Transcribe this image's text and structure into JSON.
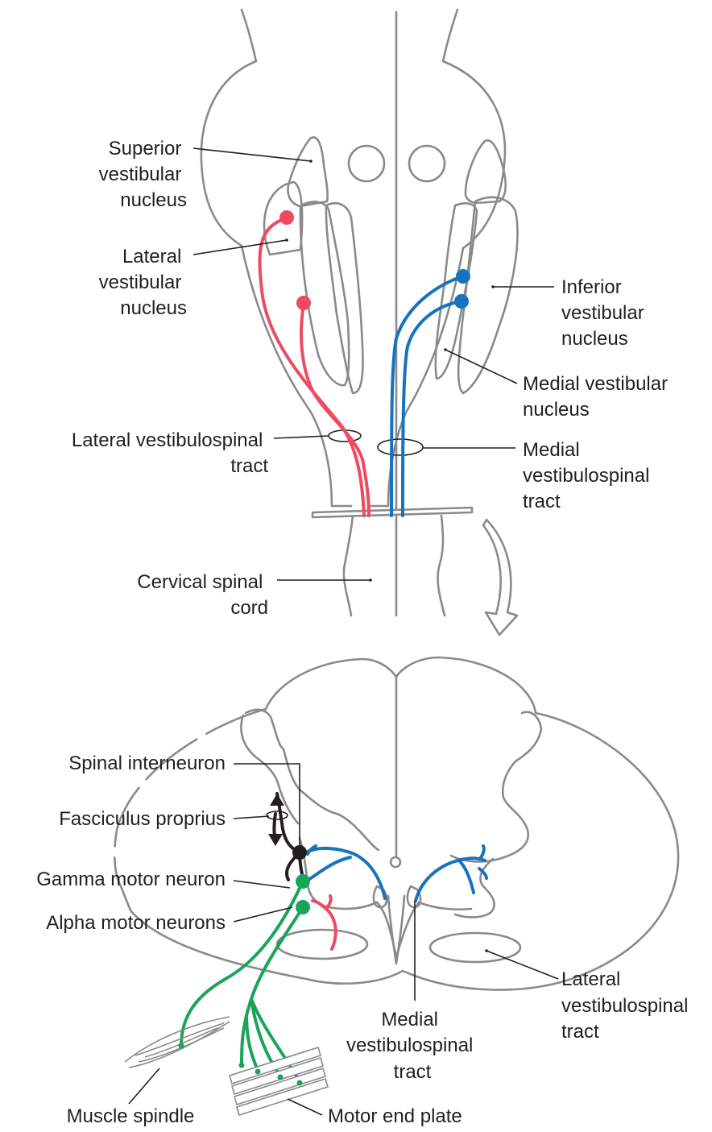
{
  "colors": {
    "outline": "#8a8a8a",
    "lateral_pathway": "#ee4b61",
    "medial_pathway": "#1673c0",
    "motor_neurons": "#18a55a",
    "interneuron": "#231f20",
    "text": "#231f20"
  },
  "labels": {
    "superior_nucleus": [
      "Superior",
      "vestibular",
      "nucleus"
    ],
    "lateral_nucleus": [
      "Lateral",
      "vestibular",
      "nucleus"
    ],
    "inferior_nucleus": [
      "Inferior",
      "vestibular",
      "nucleus"
    ],
    "medial_nucleus": [
      "Medial vestibular",
      "nucleus"
    ],
    "lateral_tract_top": [
      "Lateral vestibulospinal",
      "tract"
    ],
    "medial_tract_top": [
      "Medial",
      "vestibulospinal",
      "tract"
    ],
    "cervical_cord": [
      "Cervical spinal",
      "cord"
    ],
    "spinal_interneuron": "Spinal interneuron",
    "fasciculus_proprius": "Fasciculus proprius",
    "gamma_motor_neuron": "Gamma motor neuron",
    "alpha_motor_neurons": "Alpha motor neurons",
    "medial_tract_bottom": [
      "Medial",
      "vestibulospinal",
      "tract"
    ],
    "lateral_tract_bottom": [
      "Lateral",
      "vestibulospinal",
      "tract"
    ],
    "muscle_spindle": "Muscle spindle",
    "motor_end_plate": "Motor end plate"
  }
}
